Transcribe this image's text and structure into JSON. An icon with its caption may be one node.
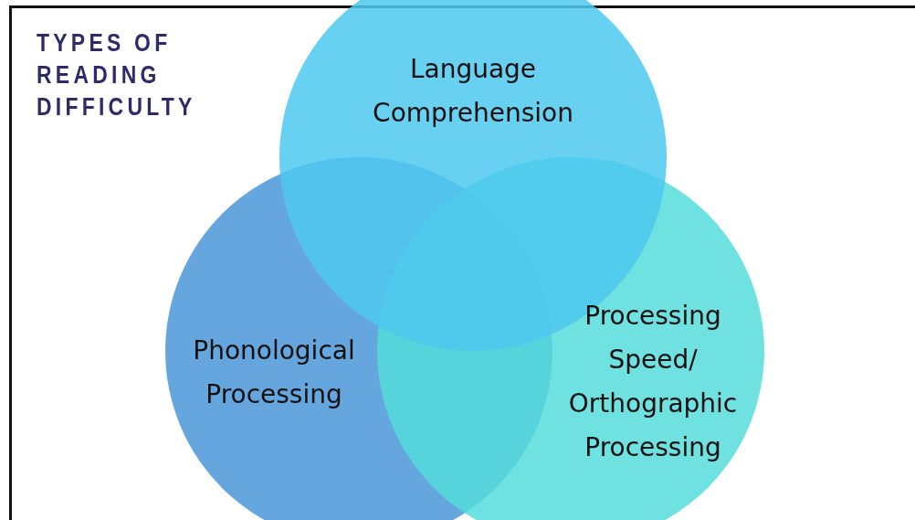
{
  "diagram": {
    "title": "TYPES OF READING DIFFICULTY",
    "nodes": [
      {
        "text": [
          "Language Comprehension"
        ]
      },
      {
        "text": [
          "Phonological Processing"
        ]
      },
      {
        "text": [
          "Processing Speed/ Orthographic Processing"
        ]
      }
    ]
  }
}
